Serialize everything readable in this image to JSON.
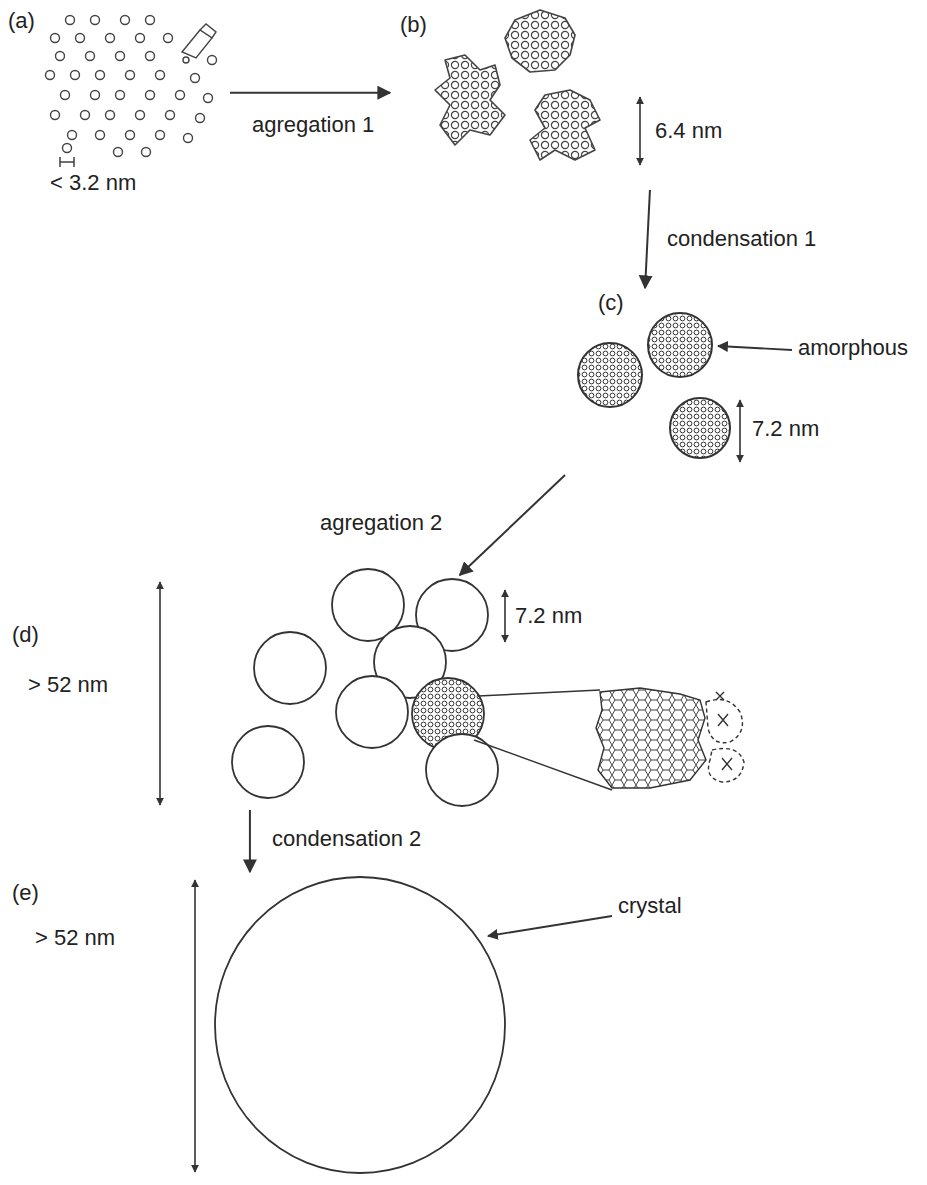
{
  "diagram": {
    "nodes": [
      {
        "text": [
          "(a)",
          "< 3.2 nm"
        ]
      },
      {
        "text": [
          "(b)",
          "6.4 nm"
        ]
      },
      {
        "text": [
          "(c)",
          "amorphous",
          "7.2 nm"
        ]
      },
      {
        "text": [
          "(d)",
          "> 52 nm",
          "7.2 nm"
        ]
      },
      {
        "text": [
          "(e)",
          "> 52 nm",
          "crystal"
        ]
      }
    ],
    "edges": [
      {
        "from": 0,
        "to": 1,
        "label": "agregation 1",
        "arrow": "to"
      },
      {
        "from": 1,
        "to": 2,
        "label": "condensation 1",
        "arrow": "to"
      },
      {
        "from": 2,
        "to": 3,
        "label": "agregation 2",
        "arrow": "to"
      },
      {
        "from": 3,
        "to": 4,
        "label": "condensation 2",
        "arrow": "to"
      }
    ]
  }
}
